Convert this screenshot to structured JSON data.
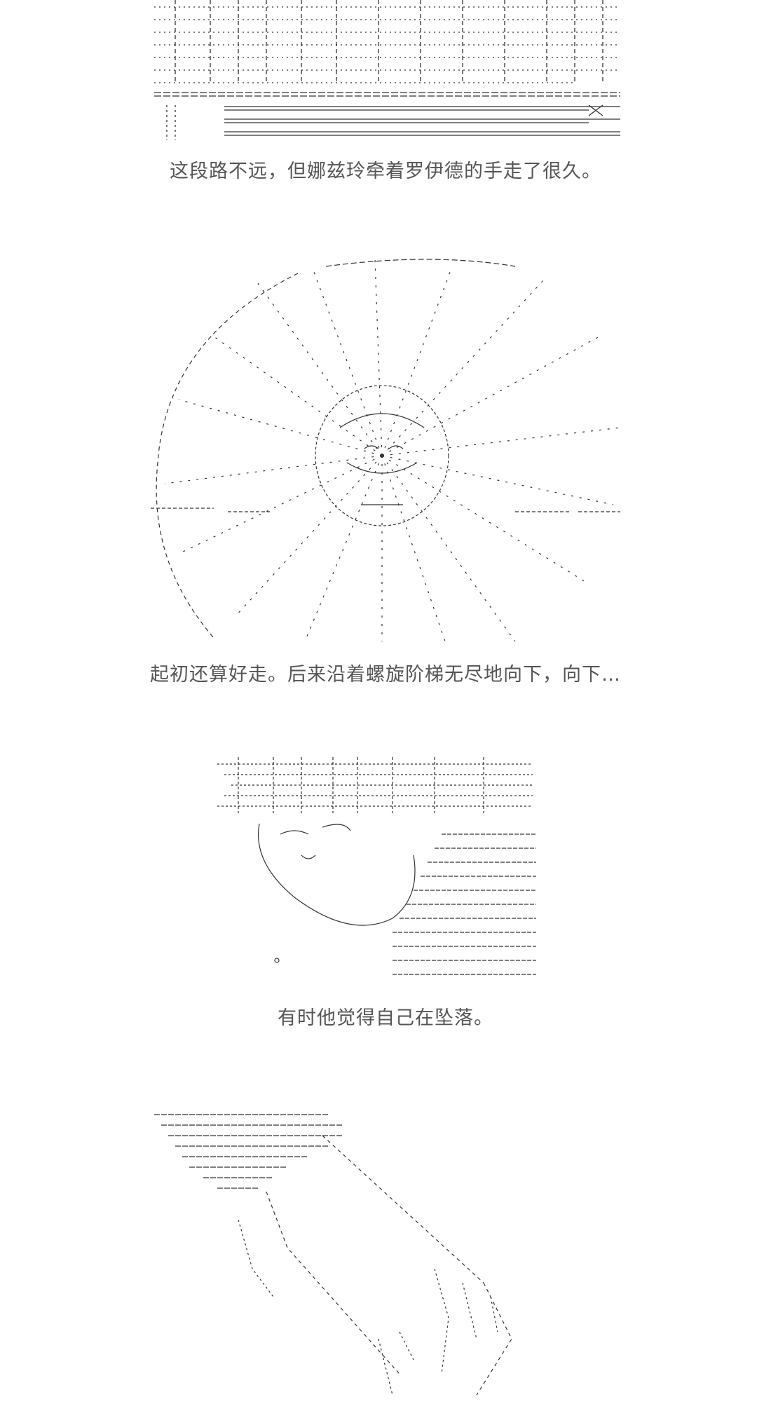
{
  "captions": [
    "这段路不远，但娜兹玲牵着罗伊德的手走了很久。",
    "起初还算好走。后来沿着螺旋阶梯无尽地向下，向下…",
    "有时他觉得自己在坠落。"
  ],
  "panel_art": [
    "ascii-art-stairwell-railing",
    "ascii-art-radial-fall",
    "ascii-art-character-closeup",
    "ascii-art-reaching-hand"
  ]
}
